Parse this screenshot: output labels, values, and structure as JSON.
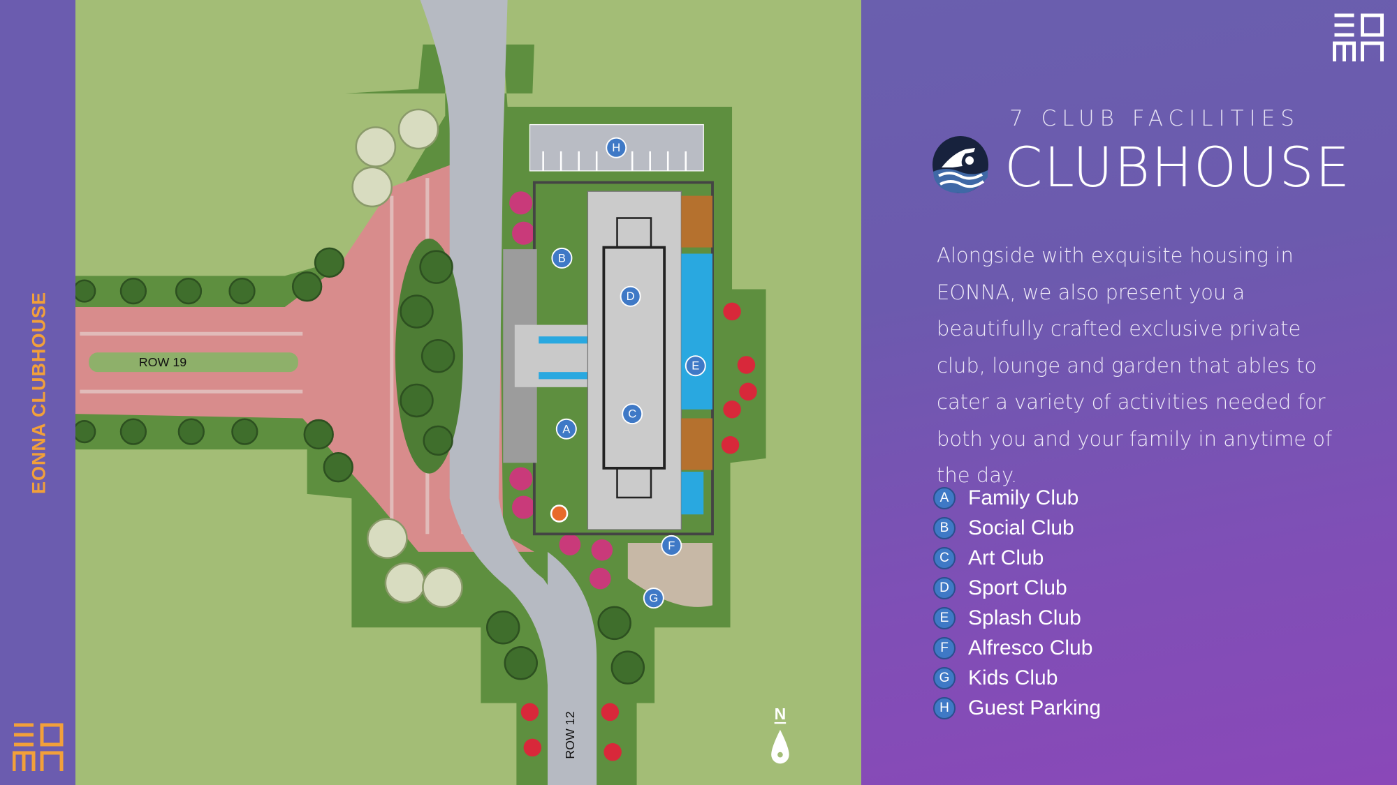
{
  "side_title": "EONNA CLUBHOUSE",
  "header": {
    "subtitle": "7 CLUB FACILITIES",
    "title": "CLUBHOUSE"
  },
  "description": "Alongside with exquisite housing in EONNA, we also present you a beautifully crafted exclusive private club, lounge and garden that ables to cater a variety of activities needed for both you and your family in anytime of the day.",
  "legend": [
    {
      "key": "A",
      "label": "Family Club"
    },
    {
      "key": "B",
      "label": "Social Club"
    },
    {
      "key": "C",
      "label": "Art Club"
    },
    {
      "key": "D",
      "label": "Sport Club"
    },
    {
      "key": "E",
      "label": "Splash Club"
    },
    {
      "key": "F",
      "label": "Alfresco Club"
    },
    {
      "key": "G",
      "label": "Kids Club"
    },
    {
      "key": "H",
      "label": "Guest Parking"
    }
  ],
  "map": {
    "road_labels": {
      "row19": "ROW 19",
      "row12": "ROW 12"
    },
    "north_label": "N",
    "markers": {
      "A": "A",
      "B": "B",
      "C": "C",
      "D": "D",
      "E": "E",
      "F": "F",
      "G": "G",
      "H": "H"
    }
  },
  "colors": {
    "accent": "#f2a03a",
    "marker": "#3f79c6",
    "panel": "#6a5cad"
  }
}
